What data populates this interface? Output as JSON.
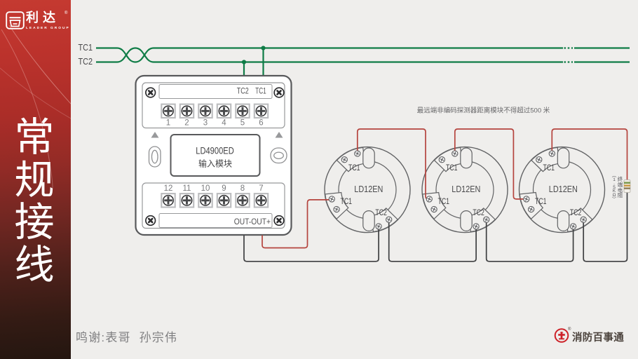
{
  "page": {
    "background": "#efeeec",
    "accent_red": "#c0392f",
    "wire_red": "#b5443e",
    "wire_green": "#0f7c46",
    "wire_dark": "#3e3f41"
  },
  "sidebar": {
    "title_vertical": "常规接线",
    "logo": {
      "brand_cn": "利达",
      "reg": "®",
      "brand_en": "LEADER GROUP"
    }
  },
  "bus": {
    "line1_label": "TC1",
    "line2_label": "TC2"
  },
  "module": {
    "name": "LD4900ED",
    "type_label": "输入模块",
    "top_strip_labels": {
      "left": "TC2",
      "right": "TC1"
    },
    "top_numbers": [
      "1",
      "2",
      "3",
      "4",
      "5",
      "6"
    ],
    "bottom_numbers": [
      "12",
      "11",
      "10",
      "9",
      "8",
      "7"
    ],
    "bottom_strip_label": "OUT-OUT+"
  },
  "note": "最远端非编码探测器距离模块不得超过500 米",
  "detectors": [
    {
      "name": "LD12EN",
      "top_label": "TC1",
      "left_label": "TC1",
      "bottom_label": "TC2"
    },
    {
      "name": "LD12EN",
      "top_label": "TC1",
      "left_label": "TC1",
      "bottom_label": "TC2"
    },
    {
      "name": "LD12EN",
      "top_label": "TC1",
      "left_label": "TC1",
      "bottom_label": "TC2"
    }
  ],
  "resistor": {
    "name": "终端电阻",
    "value": "（1.5KΩ）"
  },
  "footer": {
    "credit": "鸣谢:表哥  孙宗伟",
    "brand": "消防百事通",
    "brand_reg": "®"
  }
}
